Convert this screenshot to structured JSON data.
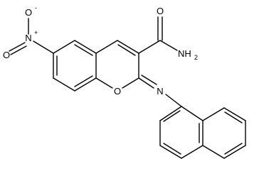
{
  "molecule": {
    "atoms": {
      "nitro_o_minus": "O",
      "nitro_o_minus_charge": "-",
      "nitro_n": "N",
      "nitro_n_charge": "+",
      "nitro_o_double": "O",
      "amide_o": "O",
      "amide_nh2": "NH",
      "amide_nh2_subscript": "2",
      "ring_o": "O",
      "imine_n": "N"
    }
  }
}
